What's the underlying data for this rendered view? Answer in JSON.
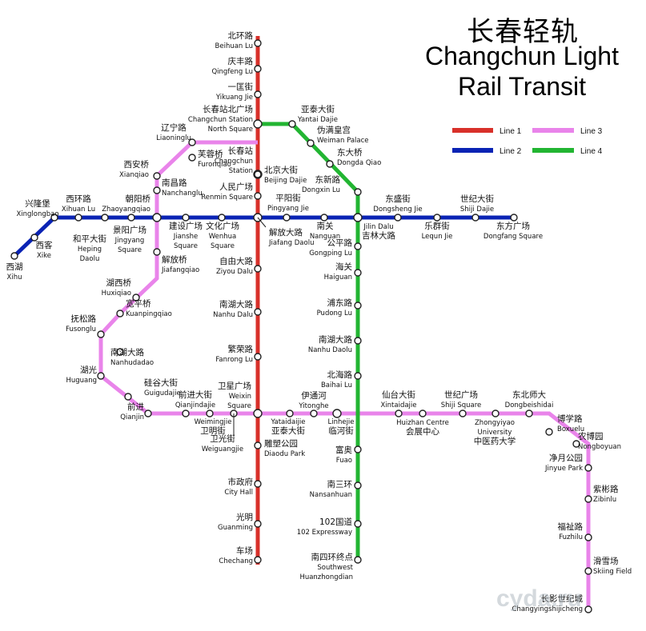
{
  "title": {
    "cn": "长春轻轨",
    "en_line1": "Changchun Light",
    "en_line2": "Rail Transit"
  },
  "legend": [
    {
      "key": "line1",
      "label": "Line 1",
      "color": "#d8302a"
    },
    {
      "key": "line2",
      "label": "Line 2",
      "color": "#0a23b4"
    },
    {
      "key": "line3",
      "label": "Line 3",
      "color": "#e984ea"
    },
    {
      "key": "line4",
      "label": "Line 4",
      "color": "#22b532"
    }
  ],
  "stations": {
    "beihuanlu": [
      "北环路",
      "Beihuan Lu"
    ],
    "qingfenglu": [
      "庆丰路",
      "Qingfeng Lu"
    ],
    "yikuangjie": [
      "一匡街",
      "Yikuang Jie"
    ],
    "changchun_north": [
      "长春站北广场",
      "Changchun Station",
      "North Square"
    ],
    "changchun_station": [
      "长春站",
      "Changchun",
      "Station"
    ],
    "beijingdajie": [
      "北京大街",
      "Beijing Dajie"
    ],
    "renminsquare": [
      "人民广场",
      "Renmin Square"
    ],
    "jiefangdalu": [
      "解放大路",
      "Jiafang Daolu"
    ],
    "ziyoudalu": [
      "自由大路",
      "Ziyou Dalu"
    ],
    "nanhudalu": [
      "南湖大路",
      "Nanhu Dalu"
    ],
    "fanronglu": [
      "繁荣路",
      "Fanrong Lu"
    ],
    "weixingsquare": [
      "卫星广场",
      "Weixin",
      "Square"
    ],
    "diaodupark": [
      "雕塑公园",
      "Diaodu Park"
    ],
    "cityhall": [
      "市政府",
      "City Hall"
    ],
    "guanming": [
      "光明",
      "Guanming"
    ],
    "chechang": [
      "车场",
      "Chechang"
    ],
    "xihu": [
      "西湖",
      "Xihu"
    ],
    "xike": [
      "西客",
      "Xike"
    ],
    "xinglongbao": [
      "兴隆堡",
      "Xinglongbao"
    ],
    "xihuanlu": [
      "西环路",
      "Xihuan Lu"
    ],
    "hepingdalu": [
      "和平大街",
      "Heping",
      "Daolu"
    ],
    "jingyangsquare": [
      "景阳广场",
      "Jingyang",
      "Square"
    ],
    "zhaoyangqiao": [
      "朝阳桥",
      "Zhaoyangqiao"
    ],
    "jiansheSquare": [
      "建设广场",
      "Jianshe",
      "Square"
    ],
    "wenhuasquare": [
      "文化广场",
      "Wenhua",
      "Square"
    ],
    "pingyangjie": [
      "平阳街",
      "Pingyang Jie"
    ],
    "nanguan": [
      "南关",
      "Nanguan"
    ],
    "jilindalu": [
      "Jilin Dalu",
      "吉林大路"
    ],
    "dongshengjie": [
      "东盛街",
      "Dongsheng Jie"
    ],
    "lequnjie": [
      "乐群街",
      "Lequn Jie"
    ],
    "shijidajie": [
      "世纪大街",
      "Shiji Dajie"
    ],
    "dongfangsquare": [
      "东方广场",
      "Dongfang Square"
    ],
    "liaoninglu": [
      "辽宁路",
      "Liaoninglu"
    ],
    "furongqiao": [
      "芙蓉桥",
      "Furonqiao"
    ],
    "xianqiao": [
      "西安桥",
      "Xianqiao"
    ],
    "nanchanglu": [
      "南昌路",
      "Nanchanglu"
    ],
    "jiefangqiao": [
      "解放桥",
      "Jiafangqiao"
    ],
    "huxiqiao": [
      "湖西桥",
      "Huxiqiao"
    ],
    "kuanpingqiao": [
      "宽平桥",
      "Kuanpingqiao"
    ],
    "fusonglu": [
      "抚松路",
      "Fusonglu"
    ],
    "nanhudadao": [
      "南湖大路",
      "Nanhudadao"
    ],
    "huguang": [
      "湖光",
      "Huguang"
    ],
    "guigudajie": [
      "硅谷大街",
      "Guigudajie"
    ],
    "qianjin": [
      "前进",
      "Qianjin"
    ],
    "qianjindajie": [
      "前进大街",
      "Qianjindajie"
    ],
    "weimingjie": [
      "Weimingjie",
      "卫明街"
    ],
    "weiguangjie": [
      "卫光街",
      "Weiguangjie"
    ],
    "yataidajie": [
      "Yataidaijie",
      "亚泰大街"
    ],
    "yitonghe": [
      "伊通河",
      "Yitonghe"
    ],
    "linhejie": [
      "Linhejie",
      "临河街"
    ],
    "xintaidajie": [
      "仙台大街",
      "Xintaidajie"
    ],
    "huizhancentre": [
      "Huizhan Centre",
      "会展中心"
    ],
    "shijisquare": [
      "世纪广场",
      "Shiji Square"
    ],
    "zhongyiyao": [
      "Zhongyiyao",
      "University",
      "中医药大学"
    ],
    "dongbeishida": [
      "东北师大",
      "Dongbeishidai"
    ],
    "boxuelu": [
      "博学路",
      "Boxuelu"
    ],
    "nongboyuan": [
      "农博园",
      "Nongboyuan"
    ],
    "jinyuepark": [
      "净月公园",
      "Jinyue Park"
    ],
    "zibinlu": [
      "紫彬路",
      "Zibinlu"
    ],
    "fuzhilu": [
      "福祉路",
      "Fuzhilu"
    ],
    "skiingfield": [
      "滑雪场",
      "Skiing Field"
    ],
    "changying": [
      "长影世纪城",
      "Changyingshijicheng"
    ],
    "yataidajie_n": [
      "亚泰大街",
      "Yantai Dajie"
    ],
    "weimanpalace": [
      "伪满皇宫",
      "Weiman Palace"
    ],
    "dongdaqiao": [
      "东大桥",
      "Dongda Qiao"
    ],
    "dongxinlu": [
      "东新路",
      "Dongxin Lu"
    ],
    "gongpinglu": [
      "公平路",
      "Gongping Lu"
    ],
    "haiguan": [
      "海关",
      "Haiguan"
    ],
    "pudonglu": [
      "浦东路",
      "Pudong Lu"
    ],
    "nanhudalu4": [
      "南湖大路",
      "Nanhu Daolu"
    ],
    "baihailu": [
      "北海路",
      "Baihai Lu"
    ],
    "fuao": [
      "富奥",
      "Fuao"
    ],
    "nansanhuan": [
      "南三环",
      "Nansanhuan"
    ],
    "expressway102": [
      "102国道",
      "102 Expressway"
    ],
    "southwest_hzd": [
      "南四环终点",
      "Southwest",
      "Huanzhongdian"
    ]
  },
  "watermark": "cyda.ru"
}
